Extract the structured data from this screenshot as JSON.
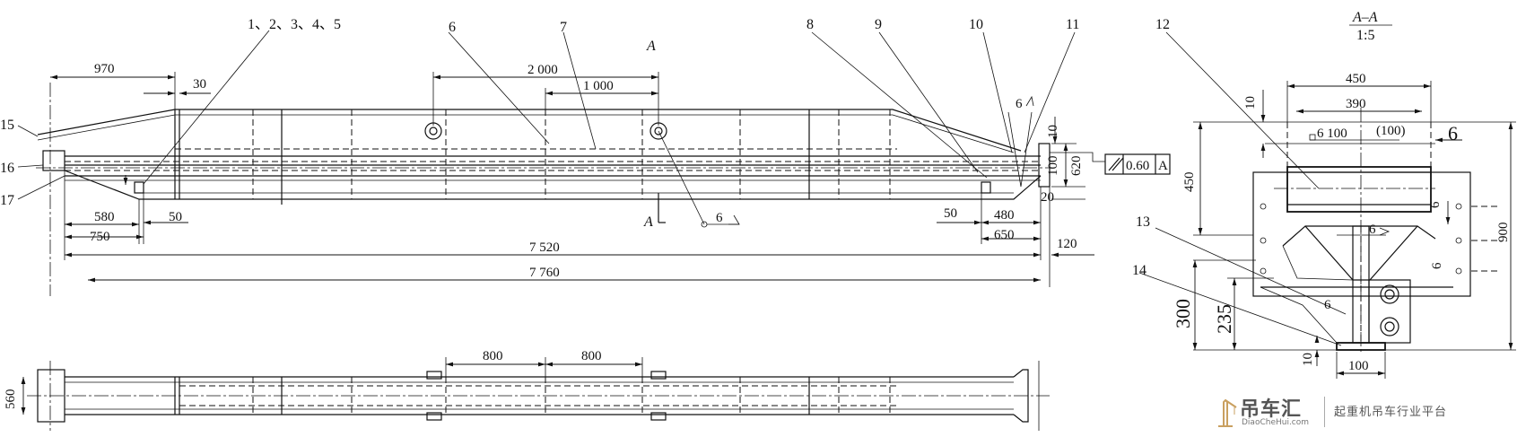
{
  "labels": {
    "parts": [
      "1、2、3、4、5",
      "6",
      "7",
      "8",
      "9",
      "10",
      "11",
      "12",
      "13",
      "14",
      "15",
      "16",
      "17"
    ],
    "section_mark": "A",
    "section_title": "A–A",
    "section_scale": "1:5"
  },
  "dims": {
    "d970": "970",
    "d30": "30",
    "d2000": "2 000",
    "d1000": "1 000",
    "d580": "580",
    "d750": "750",
    "d50a": "50",
    "d50b": "50",
    "d480": "480",
    "d650": "650",
    "d7520": "7 520",
    "d7760": "7 760",
    "d120": "120",
    "d20": "20",
    "d620": "620",
    "d100v": "100",
    "d10v": "10",
    "weld6a": "6",
    "weld6b": "6",
    "d800a": "800",
    "d800b": "800",
    "d560": "560",
    "s450w": "450",
    "s390": "390",
    "s10a": "10",
    "s450h": "450",
    "s900": "900",
    "s300": "300",
    "s235": "235",
    "s10b": "10",
    "s100": "100",
    "s6a": "6",
    "s6b": "6",
    "s6c": "6",
    "s6d": "6",
    "s6e": "6",
    "sweld": "6 100",
    "sweld2": "(100)",
    "tol_value": "0.60",
    "tol_ref": "A"
  },
  "watermark": {
    "brand": "吊车汇",
    "site": "DiaoCheHui.com",
    "tagline": "起重机吊车行业平台"
  }
}
